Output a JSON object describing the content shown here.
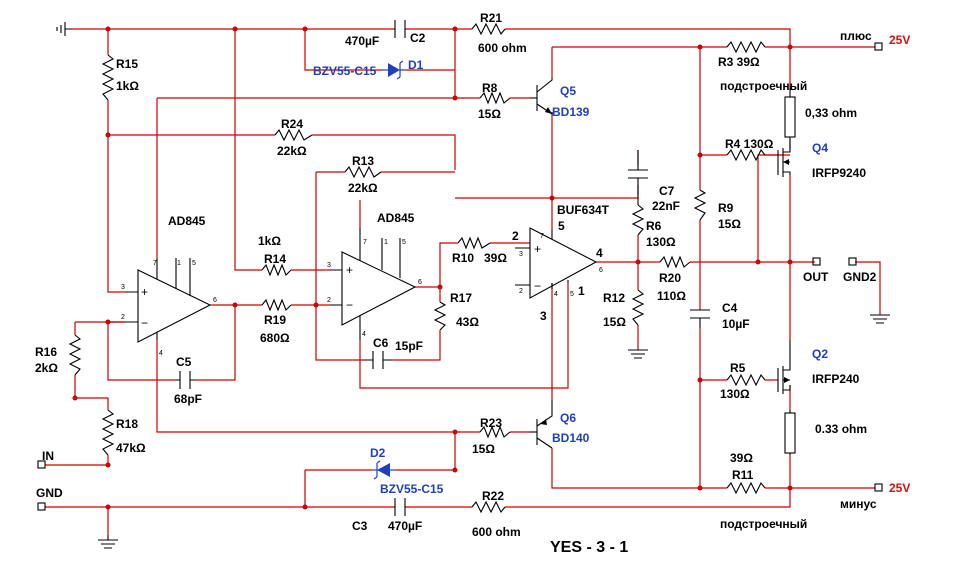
{
  "title": "YES - 3 - 1",
  "terminals": {
    "plus_name": "плюс",
    "plus_voltage": "25V",
    "minus_name": "минус",
    "minus_voltage": "25V",
    "out": "OUT",
    "gnd2": "GND2",
    "in": "IN",
    "gnd": "GND"
  },
  "opamps": {
    "u1": "AD845",
    "u2": "AD845",
    "u3": "BUF634T"
  },
  "resistors": {
    "R15": {
      "name": "R15",
      "value": "1kΩ"
    },
    "R21": {
      "name": "R21",
      "value": "600 ohm"
    },
    "R8": {
      "name": "R8",
      "value": "15Ω"
    },
    "R3": {
      "name": "R3 39Ω"
    },
    "R24": {
      "name": "R24",
      "value": "22kΩ"
    },
    "R13": {
      "name": "R13",
      "value": "22kΩ"
    },
    "R14": {
      "name": "R14",
      "value": "1kΩ"
    },
    "R19": {
      "name": "R19",
      "value": "680Ω"
    },
    "R17": {
      "name": "R17",
      "value": "43Ω"
    },
    "R10": {
      "name": "R10",
      "value": "39Ω"
    },
    "R6": {
      "name": "R6",
      "value": "130Ω"
    },
    "R20": {
      "name": "R20",
      "value": "110Ω"
    },
    "R12": {
      "name": "R12",
      "value": "15Ω"
    },
    "R9": {
      "name": "R9",
      "value": "15Ω"
    },
    "R4": {
      "name": "R4 130Ω"
    },
    "R5": {
      "name": "R5",
      "value": "130Ω"
    },
    "R16": {
      "name": "R16",
      "value": "2kΩ"
    },
    "R18": {
      "name": "R18",
      "value": "47kΩ"
    },
    "R23": {
      "name": "R23",
      "value": "15Ω"
    },
    "R22": {
      "name": "R22",
      "value": "600 ohm"
    },
    "R11": {
      "name": "R11",
      "value": "39Ω"
    },
    "Rs_top": {
      "value": "0,33 ohm"
    },
    "Rs_bottom": {
      "value": "0.33 ohm"
    }
  },
  "trim_label": "подстроечный",
  "capacitors": {
    "C2": {
      "name": "C2",
      "value": "470µF"
    },
    "C3": {
      "name": "C3",
      "value": "470µF"
    },
    "C5": {
      "name": "C5",
      "value": "68pF"
    },
    "C6": {
      "name": "C6",
      "value": "15pF"
    },
    "C7": {
      "name": "C7",
      "value": "22nF"
    },
    "C4": {
      "name": "C4",
      "value": "10µF"
    }
  },
  "diodes": {
    "D1": {
      "name": "D1",
      "part": "BZV55-C15"
    },
    "D2": {
      "name": "D2",
      "part": "BZV55-C15"
    }
  },
  "transistors": {
    "Q5": {
      "name": "Q5",
      "part": "BD139"
    },
    "Q6": {
      "name": "Q6",
      "part": "BD140"
    },
    "Q4": {
      "name": "Q4",
      "part": "IRFP9240"
    },
    "Q2": {
      "name": "Q2",
      "part": "IRFP240"
    }
  },
  "pins": {
    "u1": {
      "p3": "3",
      "p2": "2",
      "p7": "7",
      "p1": "1",
      "p5": "5",
      "p6": "6",
      "p4": "4"
    },
    "u2": {
      "p3": "3",
      "p2": "2",
      "p7": "7",
      "p1": "1",
      "p5": "5",
      "p6": "6",
      "p4": "4"
    },
    "u3": {
      "p2": "2",
      "p5": "5",
      "p4": "4",
      "p1": "1",
      "p3": "3",
      "p3s": "3",
      "p2s": "2",
      "p7": "7",
      "p6": "6",
      "p4s": "4",
      "p5s": "5"
    }
  },
  "colors": {
    "wire": "#d00000",
    "part_label": "#1f3fbf",
    "supply_label": "#d01010"
  }
}
